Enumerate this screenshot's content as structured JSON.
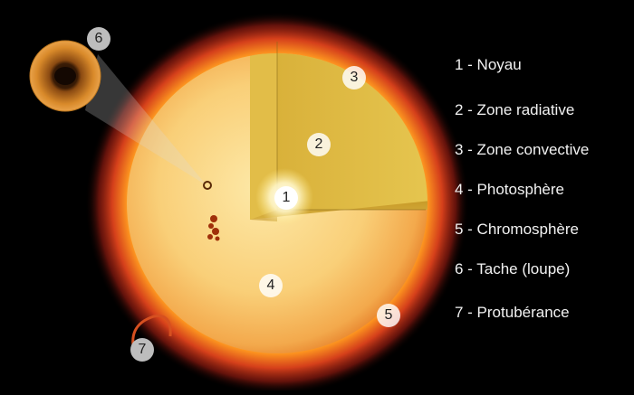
{
  "legend": [
    {
      "num": "1",
      "label": "1 - Noyau"
    },
    {
      "num": "2",
      "label": "2 - Zone radiative"
    },
    {
      "num": "3",
      "label": "3 - Zone convective"
    },
    {
      "num": "4",
      "label": "4 - Photosphère"
    },
    {
      "num": "5",
      "label": "5 - Chromosphère"
    },
    {
      "num": "6",
      "label": "6 - Tache (loupe)"
    },
    {
      "num": "7",
      "label": "7 - Protubérance"
    }
  ],
  "markers": {
    "core": "1",
    "radiative": "2",
    "convective": "3",
    "photosphere": "4",
    "chromosphere": "5",
    "sunspot": "6",
    "prominence": "7"
  },
  "colors": {
    "background": "#000000",
    "photosphere": "#f9cf78",
    "corona": "#c8301c",
    "radiative_zone": "#e9c84a",
    "core": "#ffffff",
    "legend_text": "#f2f2f2"
  }
}
